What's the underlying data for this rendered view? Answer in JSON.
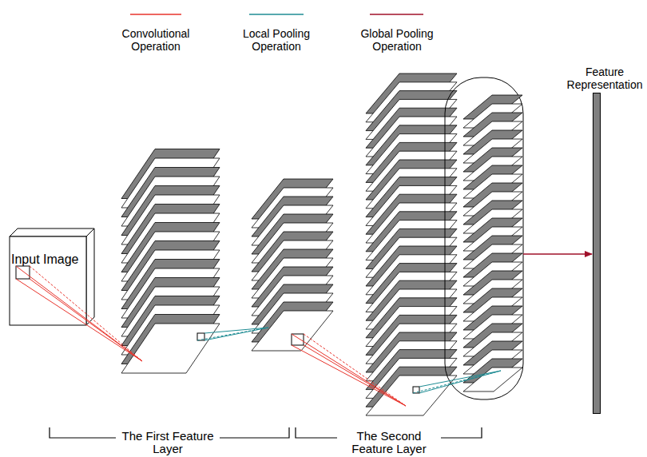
{
  "diagram": {
    "nodes": [
      {
        "text": [
          "Input Image"
        ]
      },
      {
        "text": [
          "Feature Representation"
        ]
      }
    ],
    "labels": [
      "The First Feature Layer",
      "The Second Feature Layer"
    ],
    "legend": [
      {
        "text": "Convolutional Operation"
      },
      {
        "text": "Local Pooling Operation"
      },
      {
        "text": "Global Pooling Operation"
      }
    ]
  }
}
